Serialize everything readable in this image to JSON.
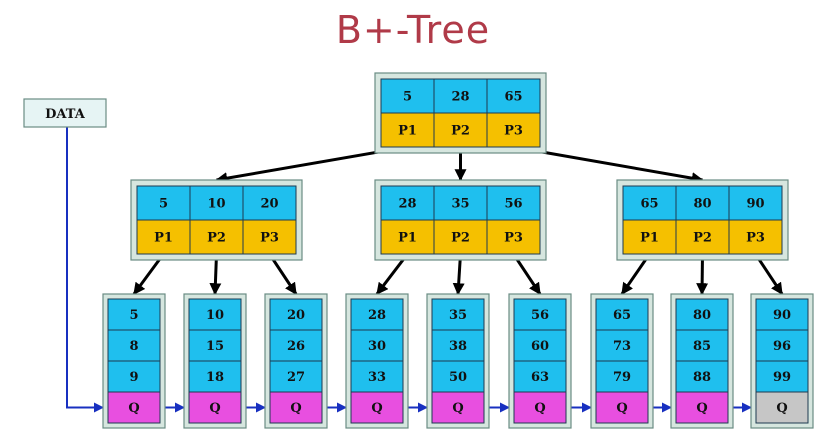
{
  "title": "B+-Tree",
  "data_label": "DATA",
  "root": {
    "keys": [
      "5",
      "28",
      "65"
    ],
    "pointers": [
      "P1",
      "P2",
      "P3"
    ]
  },
  "internal_nodes": [
    {
      "keys": [
        "5",
        "10",
        "20"
      ],
      "pointers": [
        "P1",
        "P2",
        "P3"
      ]
    },
    {
      "keys": [
        "28",
        "35",
        "56"
      ],
      "pointers": [
        "P1",
        "P2",
        "P3"
      ]
    },
    {
      "keys": [
        "65",
        "80",
        "90"
      ],
      "pointers": [
        "P1",
        "P2",
        "P3"
      ]
    }
  ],
  "leaves": [
    {
      "keys": [
        "5",
        "8",
        "9"
      ],
      "pointer": "Q"
    },
    {
      "keys": [
        "10",
        "15",
        "18"
      ],
      "pointer": "Q"
    },
    {
      "keys": [
        "20",
        "26",
        "27"
      ],
      "pointer": "Q"
    },
    {
      "keys": [
        "28",
        "30",
        "33"
      ],
      "pointer": "Q"
    },
    {
      "keys": [
        "35",
        "38",
        "50"
      ],
      "pointer": "Q"
    },
    {
      "keys": [
        "56",
        "60",
        "63"
      ],
      "pointer": "Q"
    },
    {
      "keys": [
        "65",
        "73",
        "79"
      ],
      "pointer": "Q"
    },
    {
      "keys": [
        "80",
        "85",
        "88"
      ],
      "pointer": "Q"
    },
    {
      "keys": [
        "90",
        "96",
        "99"
      ],
      "pointer": "Q"
    }
  ],
  "colors": {
    "key_cell": "#1fbfee",
    "pointer_cell": "#f5c000",
    "leaf_pointer_cell": "#e84fe0",
    "last_leaf_pointer_cell": "#c6c6c6",
    "leaf_link": "#1830c0",
    "title": "#b03a48"
  }
}
